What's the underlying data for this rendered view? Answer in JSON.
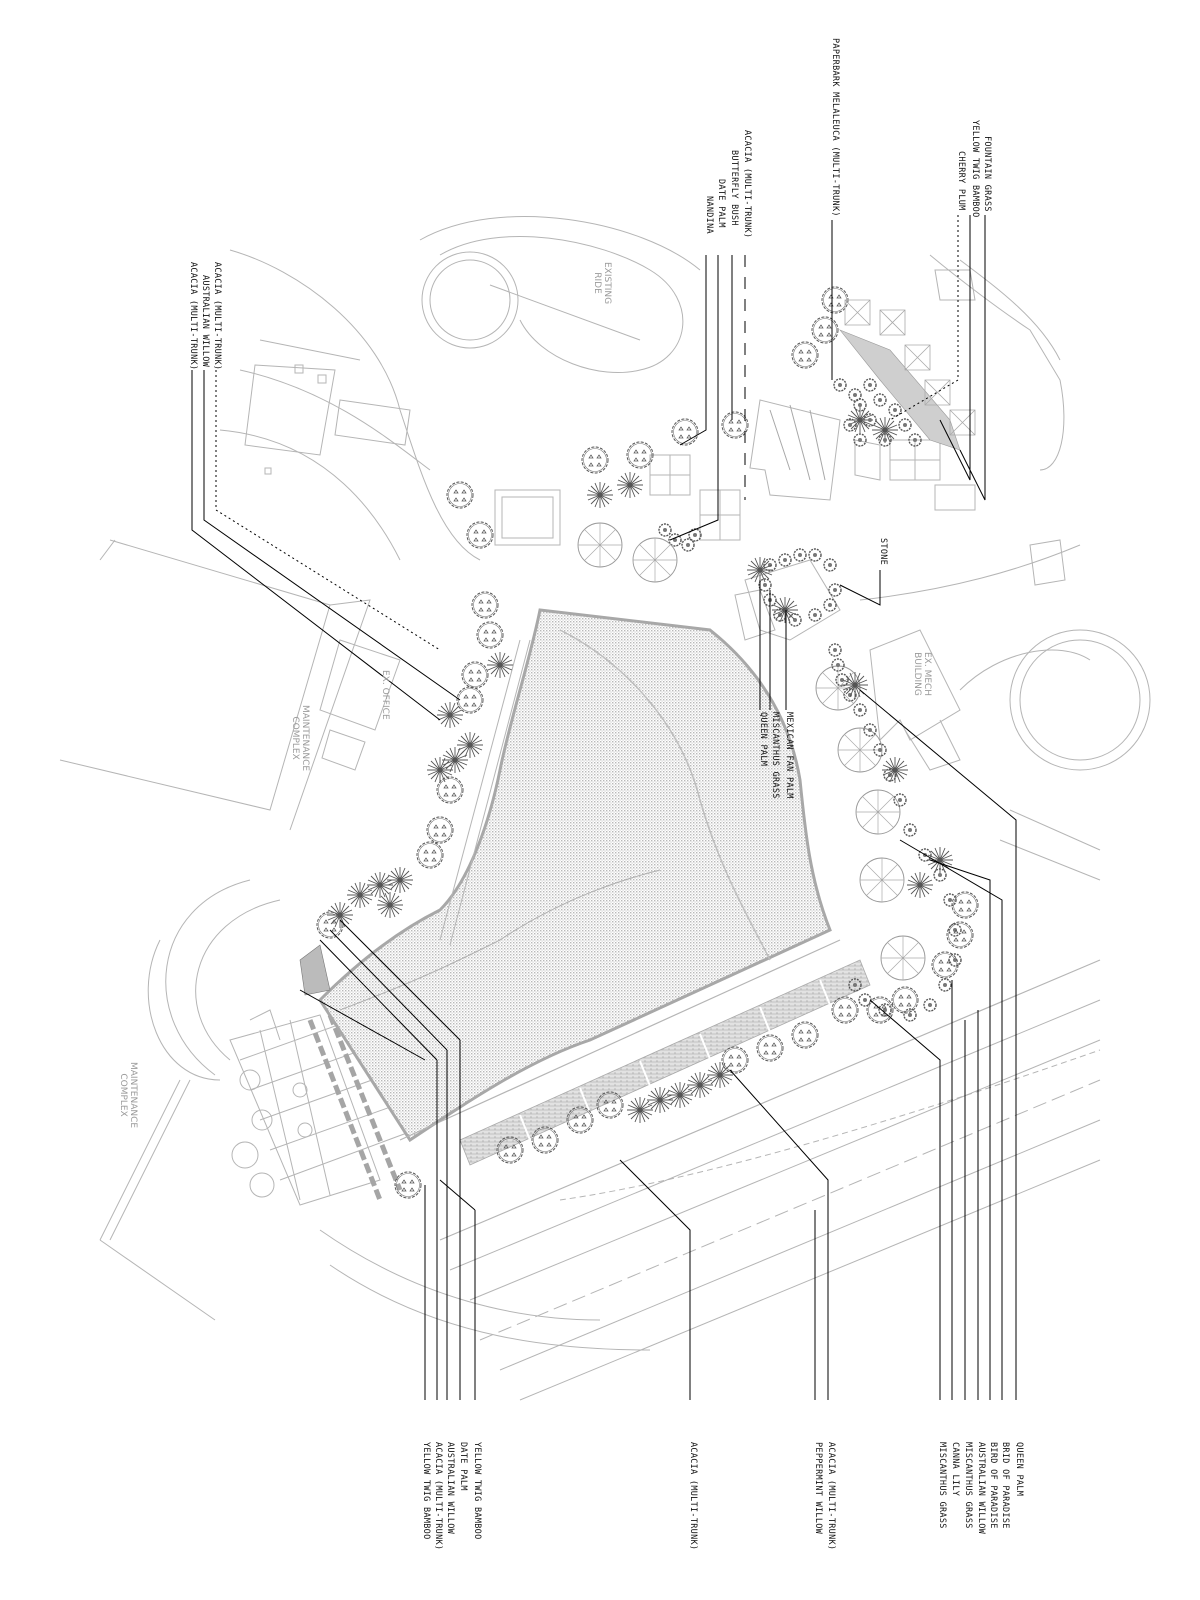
{
  "drawing": {
    "type": "landscape planting plan",
    "orientation": "rotated 90 degrees clockwise",
    "colors": {
      "background": "#ffffff",
      "leader_lines": "#000000",
      "existing_linework": "#b5b5b5",
      "plant_symbols": "#555555",
      "lawn_hatch": "#c8c8c8"
    }
  },
  "site_labels": {
    "existing_ride": [
      "EXISTING",
      "RIDE"
    ],
    "ex_office": "EX. OFFICE",
    "maintenance_complex_upper": [
      "MAINTENANCE",
      "COMPLEX"
    ],
    "maintenance_complex_lower": [
      "MAINTENANCE",
      "COMPLEX"
    ],
    "ex_mech_building": [
      "EX. MECH",
      "BUILDING"
    ]
  },
  "callouts": {
    "top_left_group": [
      {
        "label": "ACACIA (MULTI-TRUNK)"
      },
      {
        "label": "AUSTRALIAN WILLOW"
      },
      {
        "label": "ACACIA (MULTI-TRUNK)"
      }
    ],
    "top_center_group": [
      {
        "label": "ACACIA (MULTI-TRUNK)"
      },
      {
        "label": "BUTTERFLY BUSH"
      },
      {
        "label": "DATE PALM"
      },
      {
        "label": "NANDINA"
      }
    ],
    "top_paperbark": [
      {
        "label": "PAPERBARK MELALEUCA (MULTI-TRUNK)"
      }
    ],
    "top_right_group": [
      {
        "label": "FOUNTAIN GRASS"
      },
      {
        "label": "YELLOW TWIG BAMBOO"
      },
      {
        "label": "CHERRY PLUM"
      }
    ],
    "stone": [
      {
        "label": "STONE"
      }
    ],
    "island_group": [
      {
        "label": "MEXICAN FAN PALM"
      },
      {
        "label": "MISCANTHUS GRASS"
      },
      {
        "label": "QUEEN PALM"
      }
    ],
    "bottom_left_group": [
      {
        "label": "YELLOW TWIG BAMBOO"
      },
      {
        "label": "DATE PALM"
      },
      {
        "label": "AUSTRALIAN WILLOW"
      },
      {
        "label": "ACACIA (MULTI-TRUNK)"
      },
      {
        "label": "YELLOW TWIG BAMBOO"
      }
    ],
    "bottom_center_acacia": [
      {
        "label": "ACACIA (MULTI-TRUNK)"
      }
    ],
    "bottom_center_right_group": [
      {
        "label": "ACACIA (MULTI-TRUNK)"
      },
      {
        "label": "PEPPERMINT WILLOW"
      }
    ],
    "bottom_right_group": [
      {
        "label": "QUEEN PALM"
      },
      {
        "label": "BRID OF PARADISE"
      },
      {
        "label": "BIRD OF PARADISE"
      },
      {
        "label": "AUSTRALIAN WILLOW"
      },
      {
        "label": "MISCANTHUS GRASS"
      },
      {
        "label": "CANNA LILY"
      },
      {
        "label": "MISCANTHUS GRASS"
      }
    ]
  }
}
